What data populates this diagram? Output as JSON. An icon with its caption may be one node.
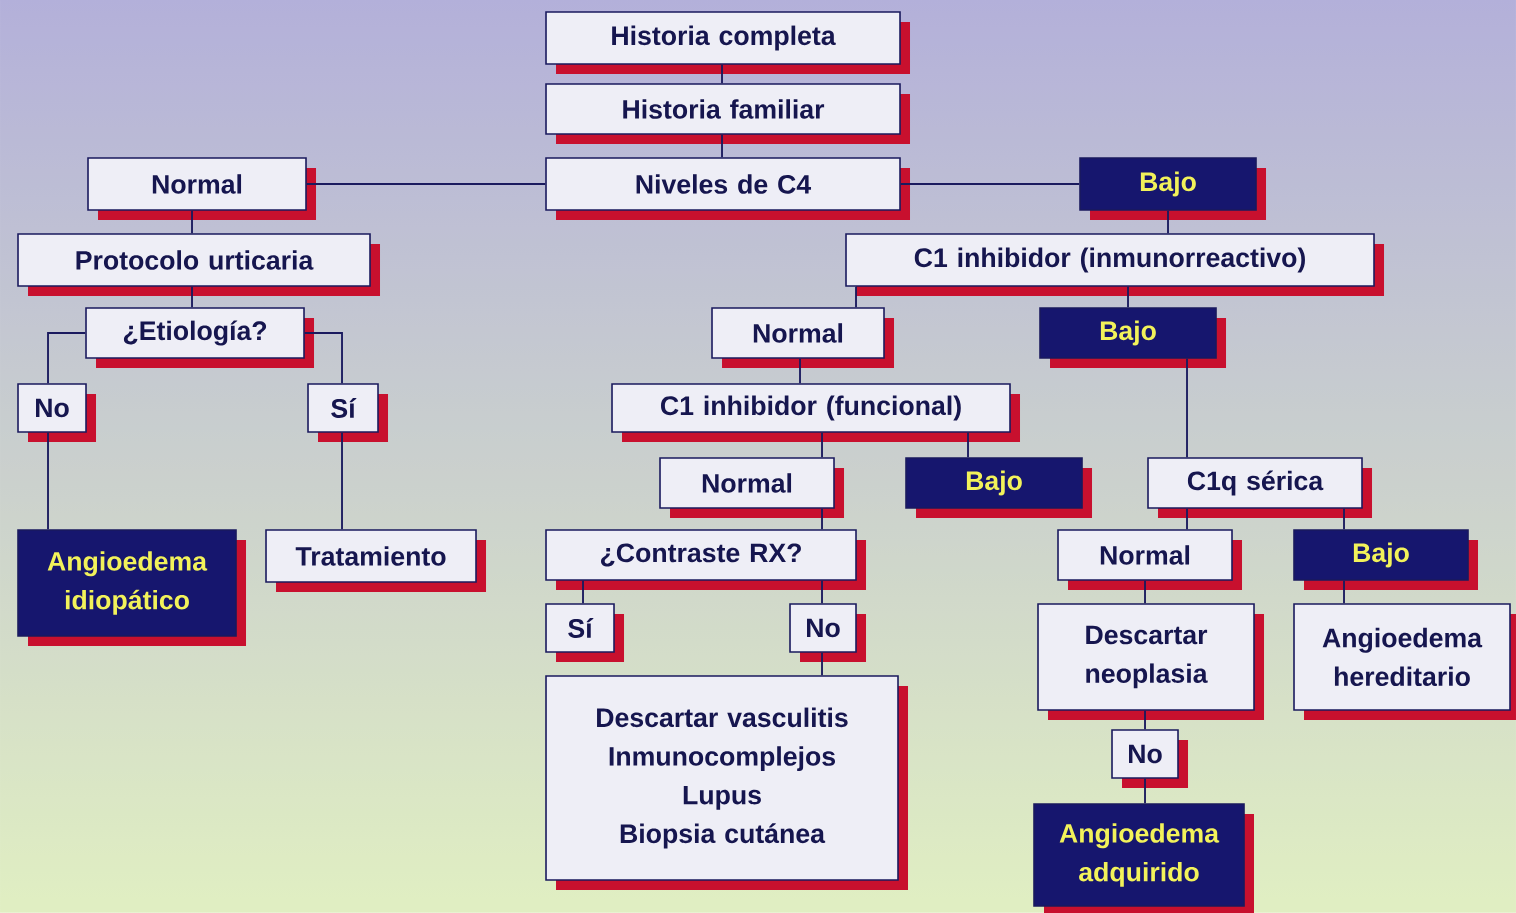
{
  "diagram": {
    "nodes": [
      {
        "text": [
          "Historia completa"
        ]
      },
      {
        "text": [
          "Historia familiar"
        ]
      },
      {
        "text": [
          "Niveles de C4"
        ]
      },
      {
        "text": [
          "Normal"
        ]
      },
      {
        "text": [
          "Bajo"
        ]
      },
      {
        "text": [
          "Protocolo urticaria"
        ]
      },
      {
        "text": [
          "C1 inhibidor (inmunorreactivo)"
        ]
      },
      {
        "text": [
          "¿Etiología?"
        ]
      },
      {
        "text": [
          "Normal"
        ]
      },
      {
        "text": [
          "Bajo"
        ]
      },
      {
        "text": [
          "No"
        ]
      },
      {
        "text": [
          "Sí"
        ]
      },
      {
        "text": [
          "C1 inhibidor (funcional)"
        ]
      },
      {
        "text": [
          "Normal"
        ]
      },
      {
        "text": [
          "Bajo"
        ]
      },
      {
        "text": [
          "C1q sérica"
        ]
      },
      {
        "text": [
          "Angioedema idiopático"
        ]
      },
      {
        "text": [
          "Tratamiento"
        ]
      },
      {
        "text": [
          "¿Contraste RX?"
        ]
      },
      {
        "text": [
          "Normal"
        ]
      },
      {
        "text": [
          "Bajo"
        ]
      },
      {
        "text": [
          "Sí"
        ]
      },
      {
        "text": [
          "No"
        ]
      },
      {
        "text": [
          "Descartar neoplasia"
        ]
      },
      {
        "text": [
          "Angioedema hereditario"
        ]
      },
      {
        "text": [
          "Descartar vasculitis",
          "Inmunocomplejos",
          "Lupus",
          "Biopsia cutánea"
        ]
      },
      {
        "text": [
          "No"
        ]
      },
      {
        "text": [
          "Angioedema adquirido"
        ]
      }
    ],
    "edges": [
      {
        "from": 0,
        "to": 1,
        "arrow": "none"
      },
      {
        "from": 1,
        "to": 2,
        "arrow": "none"
      },
      {
        "from": 2,
        "to": 3,
        "arrow": "none"
      },
      {
        "from": 2,
        "to": 4,
        "arrow": "none"
      },
      {
        "from": 3,
        "to": 5,
        "arrow": "none"
      },
      {
        "from": 4,
        "to": 6,
        "arrow": "none"
      },
      {
        "from": 5,
        "to": 7,
        "arrow": "none"
      },
      {
        "from": 6,
        "to": 8,
        "arrow": "none"
      },
      {
        "from": 6,
        "to": 9,
        "arrow": "none"
      },
      {
        "from": 7,
        "to": 10,
        "arrow": "none"
      },
      {
        "from": 7,
        "to": 11,
        "arrow": "none"
      },
      {
        "from": 8,
        "to": 12,
        "arrow": "none"
      },
      {
        "from": 12,
        "to": 13,
        "arrow": "none"
      },
      {
        "from": 12,
        "to": 14,
        "arrow": "none"
      },
      {
        "from": 9,
        "to": 15,
        "arrow": "none"
      },
      {
        "from": 10,
        "to": 16,
        "arrow": "none"
      },
      {
        "from": 11,
        "to": 17,
        "arrow": "none"
      },
      {
        "from": 13,
        "to": 18,
        "arrow": "none"
      },
      {
        "from": 15,
        "to": 19,
        "arrow": "none"
      },
      {
        "from": 15,
        "to": 20,
        "arrow": "none"
      },
      {
        "from": 18,
        "to": 21,
        "arrow": "none"
      },
      {
        "from": 18,
        "to": 22,
        "arrow": "none"
      },
      {
        "from": 19,
        "to": 23,
        "arrow": "none"
      },
      {
        "from": 20,
        "to": 24,
        "arrow": "none"
      },
      {
        "from": 22,
        "to": 25,
        "arrow": "none"
      },
      {
        "from": 23,
        "to": 26,
        "arrow": "none"
      },
      {
        "from": 26,
        "to": 27,
        "arrow": "none"
      }
    ]
  }
}
